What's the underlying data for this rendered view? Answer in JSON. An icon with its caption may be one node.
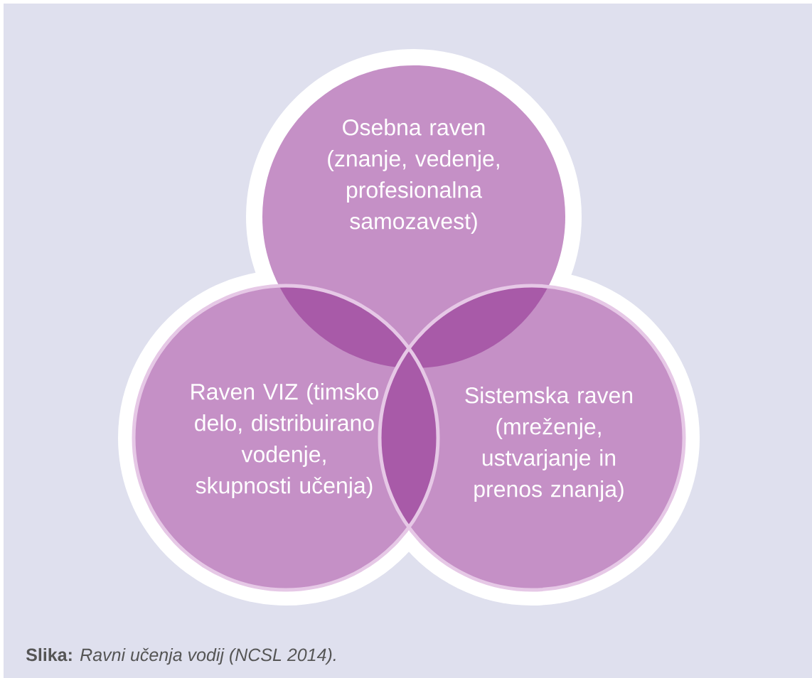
{
  "diagram": {
    "caption": "**Slika:** *Ravni učenja vodij (NCSL 2014).*",
    "nodes": [
      {
        "text": [
          "Osebna raven (znanje, vedenje, profesionalna samozavest)"
        ]
      },
      {
        "text": [
          "Raven VIZ (timsko delo, distribuirano vodenje, skupnosti učenja)"
        ]
      },
      {
        "text": [
          "Sistemska raven (mreženje, ustvarjanje in prenos znanja)"
        ]
      }
    ]
  }
}
